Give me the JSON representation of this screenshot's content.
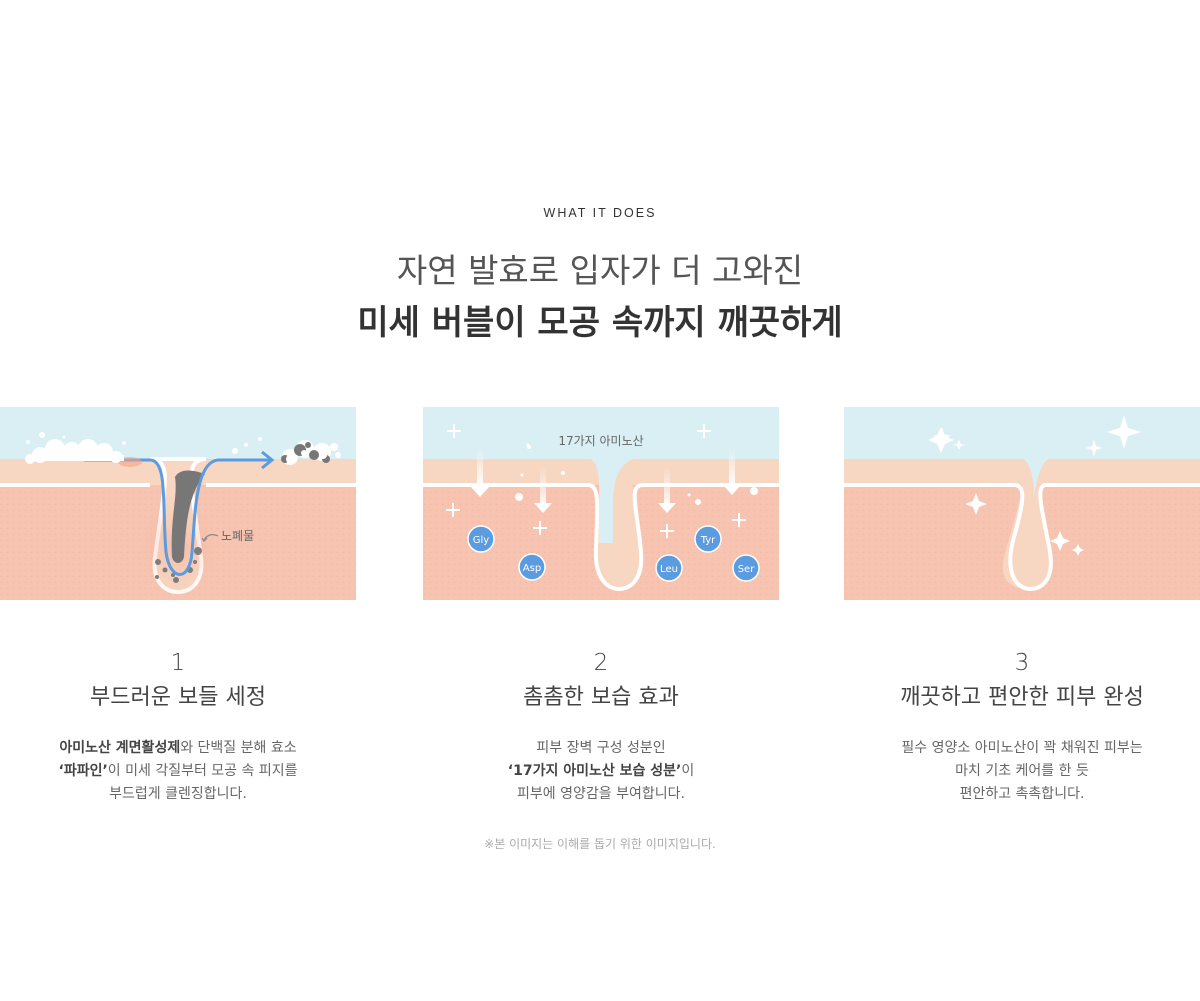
{
  "header": {
    "eyebrow": "WHAT IT DOES",
    "headline_line1": "자연 발효로 입자가 더 고와진",
    "headline_line2": "미세 버블이 모공 속까지 깨끗하게"
  },
  "colors": {
    "sky": "#d9eff4",
    "skin_top": "#f7d7c2",
    "skin_body": "#f6c4b0",
    "badge_blue": "#5b9be0",
    "arrow_blue": "#5b9be0",
    "impurity_gray": "#7d7d7d"
  },
  "panels": [
    {
      "id": "cleansing",
      "label": "노폐물",
      "icons": [
        "bubble-foam-icon",
        "curved-arrow-icon",
        "impurity-icon"
      ]
    },
    {
      "id": "moisture",
      "label": "17가지 아미노산",
      "badges": [
        "Gly",
        "Asp",
        "Leu",
        "Tyr",
        "Ser"
      ]
    },
    {
      "id": "comfort",
      "icons": [
        "sparkle-icon"
      ]
    }
  ],
  "steps": [
    {
      "num": "1",
      "title": "부드러운 보들 세정",
      "line1_bold": "아미노산 계면활성제",
      "line1_rest": "와 단백질 분해 효소",
      "line2_bold": "‘파파인’",
      "line2_rest": "이 미세 각질부터 모공 속 피지를",
      "line3": "부드럽게 클렌징합니다."
    },
    {
      "num": "2",
      "title": "촘촘한 보습 효과",
      "line1": "피부 장벽 구성 성분인",
      "line2_bold": "‘17가지 아미노산 보습 성분’",
      "line2_rest": "이",
      "line3": "피부에 영양감을 부여합니다."
    },
    {
      "num": "3",
      "title": "깨끗하고 편안한 피부 완성",
      "line1": "필수 영양소 아미노산이 꽉 채워진 피부는",
      "line2": "마치 기초 케어를 한 듯",
      "line3": "편안하고 촉촉합니다."
    }
  ],
  "footnote": "※본 이미지는 이해를 돕기 위한 이미지입니다."
}
